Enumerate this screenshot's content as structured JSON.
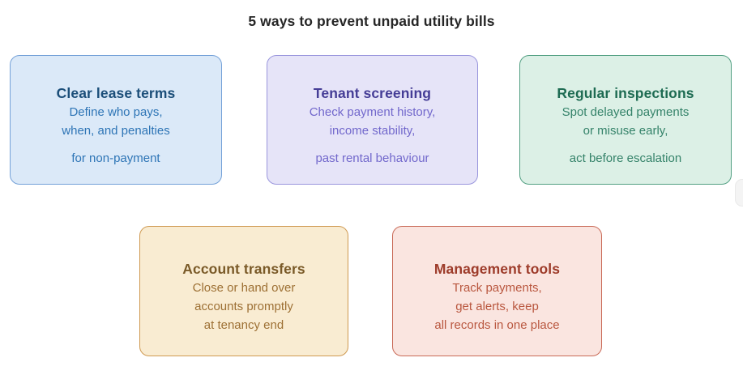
{
  "page": {
    "title": "5 ways to prevent unpaid utility bills",
    "background": "#ffffff",
    "title_color": "#262626"
  },
  "cards": [
    {
      "id": "clear-lease-terms",
      "title": "Clear lease terms",
      "lines": [
        "Define who pays,",
        "when, and penalties",
        "",
        "for non-payment"
      ],
      "colors": {
        "bg": "#dbe9f8",
        "border": "#74a1d8",
        "title": "#1b4e79",
        "body": "#2e75b6"
      }
    },
    {
      "id": "tenant-screening",
      "title": "Tenant screening",
      "lines": [
        "Check payment history,",
        "income stability,",
        "",
        "past rental behaviour"
      ],
      "colors": {
        "bg": "#e6e4f8",
        "border": "#9a96dd",
        "title": "#453d96",
        "body": "#7268cc"
      }
    },
    {
      "id": "regular-inspections",
      "title": "Regular inspections",
      "lines": [
        "Spot delayed payments",
        "or misuse early,",
        "",
        "act before escalation"
      ],
      "colors": {
        "bg": "#dcf0e6",
        "border": "#53a083",
        "title": "#1d6b52",
        "body": "#35836a"
      }
    },
    {
      "id": "account-transfers",
      "title": "Account transfers",
      "lines": [
        "Close or hand over",
        "accounts promptly",
        "at tenancy end"
      ],
      "colors": {
        "bg": "#f9ecd2",
        "border": "#cf9a52",
        "title": "#7a5a28",
        "body": "#9d7034"
      }
    },
    {
      "id": "management-tools",
      "title": "Management tools",
      "lines": [
        "Track payments,",
        "get alerts, keep",
        "all records in one place"
      ],
      "colors": {
        "bg": "#fae5e0",
        "border": "#c96a57",
        "title": "#9d3b2a",
        "body": "#b9573f"
      }
    }
  ]
}
